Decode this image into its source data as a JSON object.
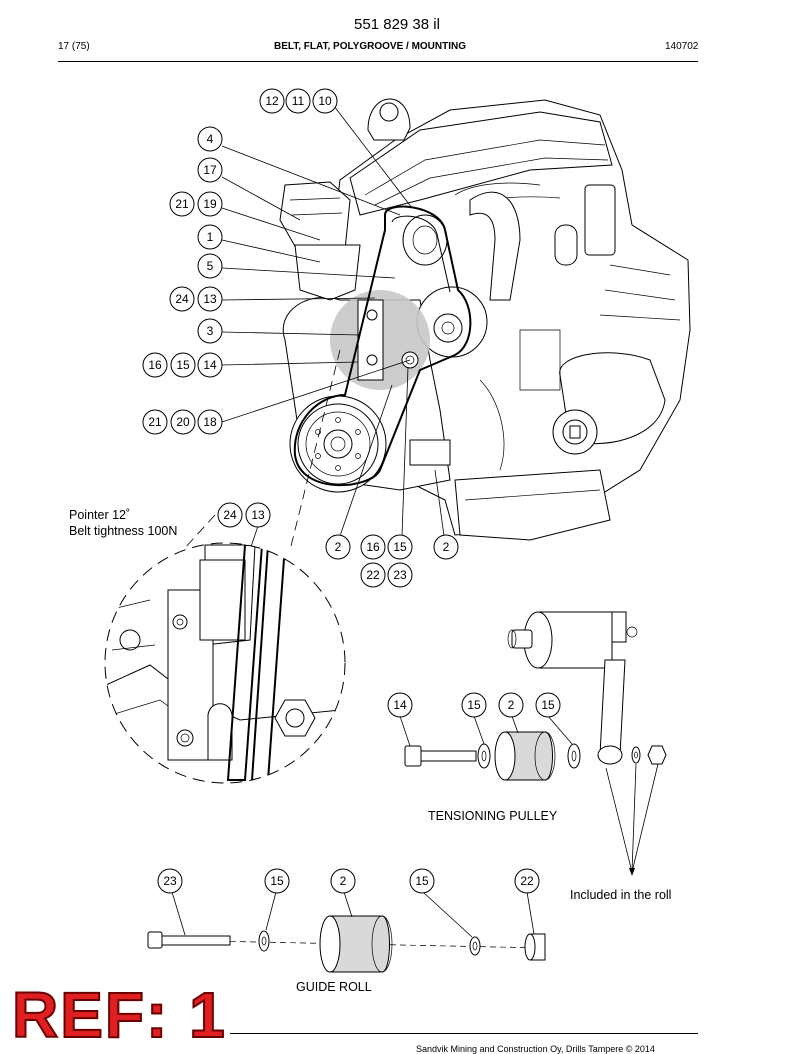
{
  "header": {
    "doc_number": "551 829 38 il",
    "page_count": "17 (75)",
    "title": "BELT, FLAT, POLYGROOVE / MOUNTING",
    "date": "140702"
  },
  "callouts": {
    "c12": "12",
    "c11": "11",
    "c10": "10",
    "c4": "4",
    "c17": "17",
    "c21a": "21",
    "c19": "19",
    "c1": "1",
    "c5": "5",
    "c24a": "24",
    "c13a": "13",
    "c3": "3",
    "c16a": "16",
    "c15a": "15",
    "c14a": "14",
    "c21b": "21",
    "c20": "20",
    "c18": "18",
    "c24b": "24",
    "c13b": "13",
    "c2a": "2",
    "c16b": "16",
    "c15b": "15",
    "c2b": "2",
    "c22a": "22",
    "c23a": "23",
    "c14b": "14",
    "c15c": "15",
    "c2c": "2",
    "c15d": "15",
    "c23b": "23",
    "c15e": "15",
    "c2d": "2",
    "c15f": "15",
    "c22b": "22"
  },
  "labels": {
    "pointer_line1": "Pointer 12˚",
    "pointer_line2": "Belt tightness 100N",
    "tensioning_pulley": "TENSIONING PULLEY",
    "guide_roll": "GUIDE ROLL",
    "included_in_roll": "Included in the roll"
  },
  "stamp": {
    "text": "REF: 1",
    "color": "#e02020"
  },
  "footer": {
    "copyright": "Sandvik Mining and Construction Oy, Drills Tampere © 2014"
  }
}
